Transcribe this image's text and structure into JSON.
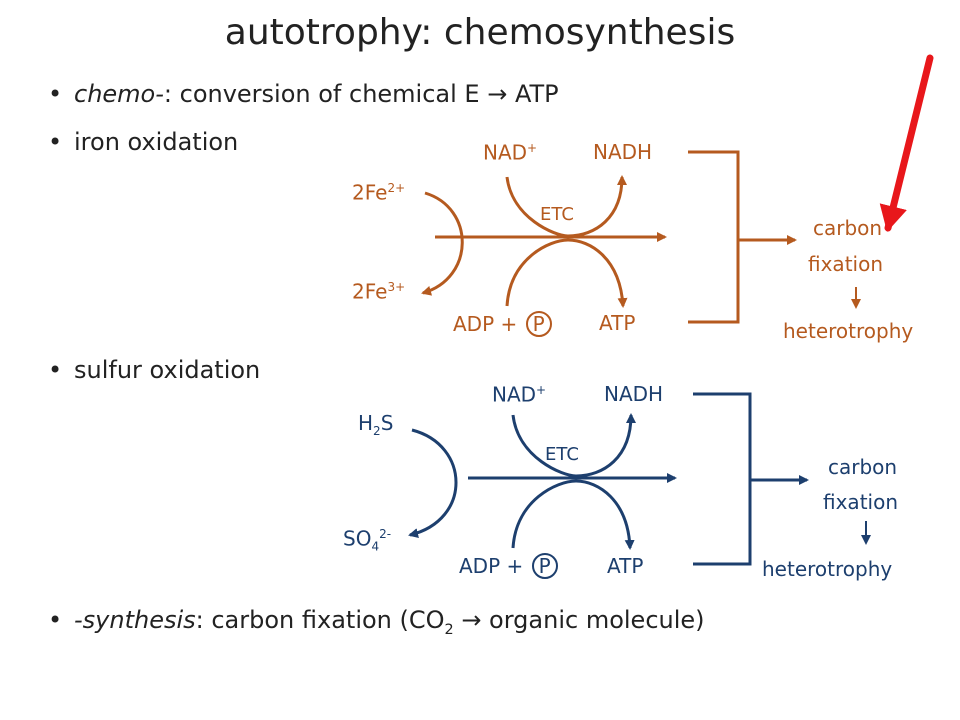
{
  "title": "autotrophy: chemosynthesis",
  "bullets": {
    "b1_em": "chemo-",
    "b1_rest": ": conversion of chemical E → ATP",
    "b2": "iron oxidation",
    "b3": "sulfur oxidation",
    "b4_em": "-synthesis",
    "b4_pre": ": carbon fixation (CO",
    "b4_sub": "2",
    "b4_post": " → organic molecule)"
  },
  "iron": {
    "nad": "NAD",
    "nad_sup": "+",
    "nadh": "NADH",
    "fe2": "2Fe",
    "fe2_sup": "2+",
    "fe3": "2Fe",
    "fe3_sup": "3+",
    "etc": "ETC",
    "adp": "ADP + ",
    "p": "P",
    "atp": "ATP",
    "carbon": "carbon",
    "fixation": "fixation",
    "hetero": "heterotrophy",
    "color": "#b55a1f"
  },
  "sulfur": {
    "nad": "NAD",
    "nad_sup": "+",
    "nadh": "NADH",
    "h2s_h": "H",
    "h2s_sub": "2",
    "h2s_s": "S",
    "so4": "SO",
    "so4_sub": "4",
    "so4_sup": "2-",
    "etc": "ETC",
    "adp": "ADP + ",
    "p": "P",
    "atp": "ATP",
    "carbon": "carbon",
    "fixation": "fixation",
    "hetero": "heterotrophy",
    "color": "#1d3f6e"
  },
  "pointer_color": "#e8171b"
}
